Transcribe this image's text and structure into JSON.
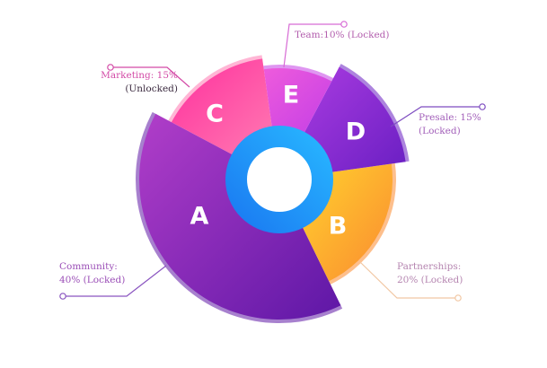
{
  "chart_data": {
    "type": "pie",
    "variant": "exploded-donut",
    "segments": [
      {
        "letter": "A",
        "name": "Community",
        "value": 40,
        "status": "Locked",
        "label_lines": [
          "Community:",
          "40% (Locked)"
        ],
        "color_start": "#b13ec9",
        "color_end": "#5e17a6",
        "text_color": "#9b4fb7",
        "line_color": "#8a55c0"
      },
      {
        "letter": "B",
        "name": "Partnerships",
        "value": 20,
        "status": "Locked",
        "label_lines": [
          "Partnerships:",
          "20% (Locked)"
        ],
        "color_start": "#ffd22e",
        "color_end": "#fb8a30",
        "text_color": "#b585b0",
        "line_color": "#f1c7a3"
      },
      {
        "letter": "C",
        "name": "Marketing",
        "value": 15,
        "status": "Unlocked",
        "label_lines": [
          "Marketing: 15%",
          "(Unlocked)"
        ],
        "color_start": "#ff2f9d",
        "color_end": "#ff7ab2",
        "text_color": "#d34aa6",
        "line_color": "#d34aa6"
      },
      {
        "letter": "D",
        "name": "Presale",
        "value": 15,
        "status": "Locked",
        "label_lines": [
          "Presale: 15%",
          "(Locked)"
        ],
        "color_start": "#a93be0",
        "color_end": "#6a1fc3",
        "text_color": "#a25fb9",
        "line_color": "#7d4cc0"
      },
      {
        "letter": "E",
        "name": "Team",
        "value": 10,
        "status": "Locked",
        "label_lines": [
          "Team:10% (Locked)"
        ],
        "color_start": "#ee5bdc",
        "color_end": "#c43fe6",
        "text_color": "#b35fae",
        "line_color": "#d76cd5"
      }
    ],
    "center_ring": {
      "color_start": "#1b7cf2",
      "color_end": "#27b4ff"
    }
  }
}
